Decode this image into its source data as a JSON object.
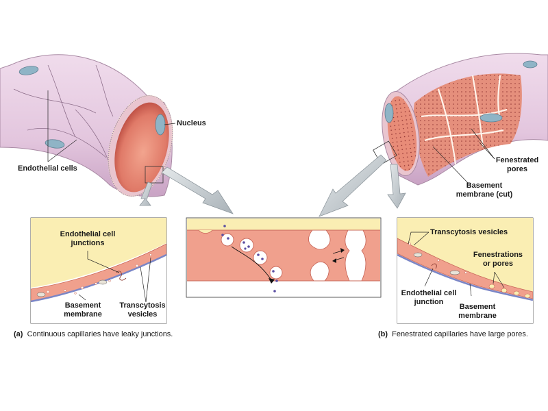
{
  "labels": {
    "nucleus": "Nucleus",
    "endothelial_cells": "Endothelial cells",
    "fenestrated_pores_1": "Fenestrated",
    "fenestrated_pores_2": "pores",
    "basement_cut_1": "Basement",
    "basement_cut_2": "membrane (cut)",
    "junctions_a_1": "Endothelial cell",
    "junctions_a_2": "junctions",
    "basement_a_1": "Basement",
    "basement_a_2": "membrane",
    "transcytosis_a_1": "Transcytosis",
    "transcytosis_a_2": "vesicles",
    "transcytosis_b": "Transcytosis vesicles",
    "fenestrations_1": "Fenestrations",
    "fenestrations_2": "or pores",
    "junction_b_1": "Endothelial cell",
    "junction_b_2": "junction",
    "basement_b_1": "Basement",
    "basement_b_2": "membrane"
  },
  "captions": {
    "a_letter": "(a)",
    "a_text": "Continuous capillaries have leaky junctions.",
    "b_letter": "(b)",
    "b_text": "Fenestrated capillaries have large pores."
  },
  "colors": {
    "vessel_wall": "#e6cbe1",
    "lumen": "#e07a68",
    "cytoplasm": "#f0a08d",
    "interstitial": "#faeeb3",
    "nucleus": "#8fb4c6",
    "basement": "#7b86c6",
    "arrow": "#c5ccd1"
  }
}
